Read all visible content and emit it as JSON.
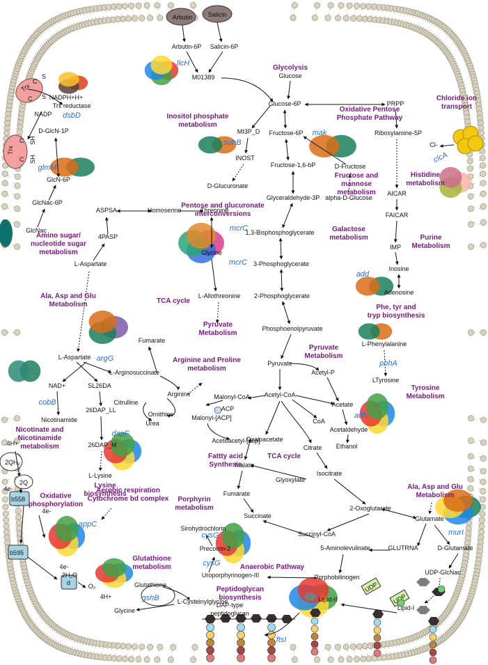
{
  "metabolites": {
    "arbutin": "Arbutin",
    "salicin": "Salicin",
    "arbutin6p": "Arbutin-6P",
    "salicin6p": "Salicin-6P",
    "m01389": "M01389",
    "glucose": "Glucose",
    "glucose6p": "Glucose-6P",
    "prpp": "PRPP",
    "fructose6p": "Fructose-6P",
    "ribosylamine5p": "Ribosylamine-5P",
    "mi3pd": "MI3P_D",
    "inost": "INOST",
    "dglucuronate": "D-Glucuronate",
    "fructose16bp": "Fructose-1,6-bP",
    "dfructose": "D-Fructose",
    "alphadglucose": "alpha-D-Glucose",
    "glyceraldehyde3p": "Glyceraldehyde-3P",
    "aicar": "AICAR",
    "faicar": "FAICAR",
    "imp": "IMP",
    "inosine": "Inosine",
    "adenosine": "Adenosine",
    "bpg13": "1,3-Bisphosphoglycerate",
    "pg3": "3-Phosphoglycerate",
    "pg2": "2-Phosphoglycerate",
    "pep": "Phosphoenolpyruvate",
    "pyruvate": "Pyruvate",
    "acetylp": "Acetyl-P",
    "acetylcoa": "Acetyl-CoA",
    "acetate": "Acetate",
    "coa": "CoA",
    "acetaldehyde": "Acetaldehyde",
    "ethanol": "Ethanol",
    "citrate": "Citrate",
    "isocitrate": "Isocitrate",
    "oxaloacetate": "Oxaloacetate",
    "malate": "Malate",
    "glyoxylate": "Glyoxylate",
    "fumarate_tca": "Fumarate",
    "succinate": "Succinate",
    "succinylcoa": "Succinyl-CoA",
    "oxoglutarate": "2-Oxoglutarate",
    "glutamate": "Glutamate",
    "glutrna": "GLUTRNA",
    "dglutamate": "D-Glutamate",
    "udpglcnac": "UDP-GlcNac",
    "aminolevulinate": "5-Aminolevulinate",
    "porphobilinogen": "Porphobilinogen",
    "uroporphyrinogen": "Uroporphyrinogen-III",
    "precorrin": "Precorrin-2",
    "sirohydrochlorin": "Sirohydrochlorin",
    "malonylcoa": "Malonyl-CoA",
    "acp": "ACP",
    "malonylacp": "Malonyl-[ACP]",
    "acetoacetylacp": "Acetoacetyl-[acp]",
    "aspsa": "ASPSA",
    "homoserine": "Homoserine",
    "threonine": "Threonine",
    "pasp4": "4PASP",
    "glycine_thr": "Glycine",
    "lallothreonine": "L-Allothreonine",
    "laspartate_top": "L-Aspartate",
    "laspartate": "L-Aspartate",
    "larginosuccinate": "L-Arginosuccinate",
    "fumarate_urea": "Fumarate",
    "nadplus": "NAD+",
    "sl26da": "SL26DA",
    "citrulline": "Citrulline",
    "arginine": "Arginine",
    "ornithine": "Ornithine",
    "urea": "Urea",
    "nicotinamide": "Nicotinamide",
    "dap26ll": "26DAP_LL",
    "dap26m": "26DAP_M",
    "llysine": "L-Lysine",
    "lphenylalanine": "L-Phenylalanine",
    "ltyrosine": "LTyrosine",
    "glutathione": "Glutathione",
    "lcysteinylglycine": "L-Cysteinylglycine",
    "glycine_gsh": "Glycine",
    "daptype": "DAP-type",
    "peptidoglycan": "peptidoglycan",
    "lipid2": "Lipid-II",
    "lipid1": "Lipid-I",
    "udp1": "UDP",
    "udp2": "UDP",
    "dglcn1p": "D-GlcN-1P",
    "glcn6p": "GlcN-6P",
    "glcnac6p": "GlcNac-6P",
    "glcnac": "GlcNac",
    "nadph": "NADPH+H+",
    "trxreductase": "Trx reductase",
    "nadp": "NADP",
    "cl": "Cl-",
    "h4": "4H+",
    "h4b": "4H+",
    "e4": "4e-",
    "e4b": "4e-",
    "e4c": "4e-",
    "h2o2": "2H₂O",
    "o2": "O₂",
    "twoqh2": "2QH₂",
    "twoq": "2Q"
  },
  "pathways": {
    "glycolysis": "Glycolysis",
    "oxpentose1": "Oxidative Pentose",
    "oxpentose2": "Phosphate Pathway",
    "chloride1": "Chloride ion",
    "chloride2": "transport",
    "inositol1": "Inositol phosphate",
    "inositol2": "metabolism",
    "fructose1": "Fructose and",
    "fructose2": "mannose",
    "fructose3": "metabolism",
    "histidine1": "Histidine",
    "histidine2": "metabolism",
    "pentose1": "Pentose and glucuronate",
    "pentose2": "interconversions",
    "galactose1": "Galactose",
    "galactose2": "metabolism",
    "purine1": "Purine",
    "purine2": "Metabolism",
    "aminosugar1": "Amino sugar/",
    "aminosugar2": "nucleotide sugar",
    "aminosugar3": "metabolism",
    "alaaspglu1": "Ala, Asp and Glu",
    "alaaspglu2": "Metabolism",
    "tca1": "TCA cycle",
    "pyruvate1a": "Pyruvate",
    "pyruvate1b": "Metabolism",
    "phetyr1": "Phe, tyr and",
    "phetyr2": "tryp biosynthesis",
    "argpro1": "Arginine and Proline",
    "argpro2": "metabolism",
    "pyruvate2a": "Pyruvate",
    "pyruvate2b": "Metabolism",
    "tyrosine1": "Tyrosine",
    "tyrosine2": "Metabolism",
    "nicotinate1": "Nicotinate and",
    "nicotinate2": "Nicotinamide",
    "nicotinate3": "metabolism",
    "fatty1": "Fattty acid",
    "fatty2": "Synthesis",
    "tca2": "TCA cycle",
    "lysine1": "Lysine",
    "lysine2": "biosynthesis",
    "porphyrin1": "Porphyrin",
    "porphyrin2": "metabolism",
    "alaaspglu3": "Ala, Asp and Glu",
    "alaaspglu4": "Metabolism",
    "oxphos1": "Oxidative",
    "oxphos2": "phosphorylation",
    "aerobic1": "Aerobic respiration",
    "aerobic2": "Cytochrome bd complex",
    "glutathione1": "Glutathione",
    "glutathione2": "metabolism",
    "anaerobic": "Anaerobic Pathway",
    "peptido1": "Peptidoglycan",
    "peptido2": "biosynthesis"
  },
  "genes": {
    "lich": "licH",
    "dsbd": "dsbD",
    "glmm": "glmM",
    "suhb": "suhB",
    "mak": "mak",
    "clca": "clcA",
    "mcrc1": "mcrC",
    "mcrc2": "mcrC",
    "add": "add",
    "argg": "argG",
    "phha": "phhA",
    "cobb": "cobB",
    "dapf": "dapF",
    "adh": "adh",
    "murl": "murI",
    "appc": "appC",
    "cysg1": "cysG",
    "cysg2": "cysG",
    "gshb": "gshB",
    "ftsl": "ftsI"
  },
  "complexes": {
    "trx_top": "Trx",
    "trx_c1": "C",
    "trx_c2": "C",
    "s_top": "S",
    "s_top2": "S",
    "trx_bot": "Trx",
    "trx_c3": "C",
    "trx_c4": "C",
    "sh1": "SH",
    "sh2": "SH",
    "b558": "b558",
    "b595": "b595",
    "d": "d"
  },
  "colors": {
    "pathway": "#7a1a80",
    "gene": "#2a6fd1",
    "membrane": "#d8d2c0",
    "trx": "#f2a0a0",
    "cytochrome": "#a8d4e6",
    "clca_channel": "#f2c811",
    "transporter": "#0f6f6a",
    "sugar_cap": "#8c7a7a"
  }
}
